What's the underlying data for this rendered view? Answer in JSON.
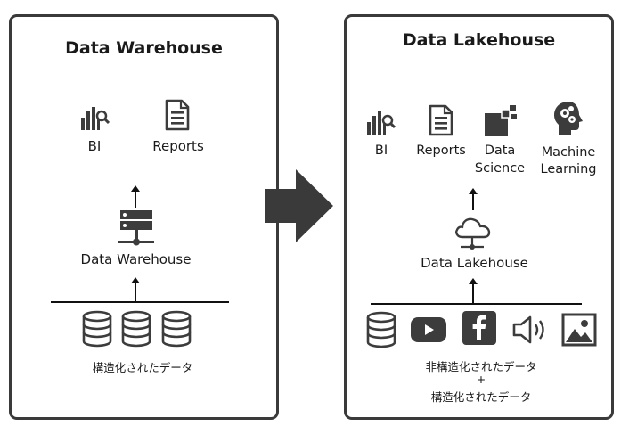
{
  "left": {
    "title": "Data Warehouse",
    "bi_label": "BI",
    "reports_label": "Reports",
    "center_label": "Data Warehouse",
    "source_label": "構造化されたデータ"
  },
  "right": {
    "title": "Data Lakehouse",
    "bi_label": "BI",
    "reports_label": "Reports",
    "ds_label_1": "Data",
    "ds_label_2": "Science",
    "ml_label_1": "Machine",
    "ml_label_2": "Learning",
    "center_label": "Data Lakehouse",
    "source_label_1": "非構造化されたデータ",
    "source_label_2": "+",
    "source_label_3": "構造化されたデータ"
  },
  "icons": {
    "bi": "bar-chart-magnifier-icon",
    "reports": "document-icon",
    "data_science": "squares-icon",
    "machine_learning": "head-gears-icon",
    "server": "server-icon",
    "cloud": "cloud-network-icon",
    "database": "database-icon",
    "youtube": "video-play-icon",
    "facebook": "facebook-icon",
    "audio": "speaker-icon",
    "image": "image-icon",
    "transition_arrow": "right-arrow-icon"
  },
  "colors": {
    "icon": "#3c3c3c",
    "border": "#3a3a3a"
  }
}
